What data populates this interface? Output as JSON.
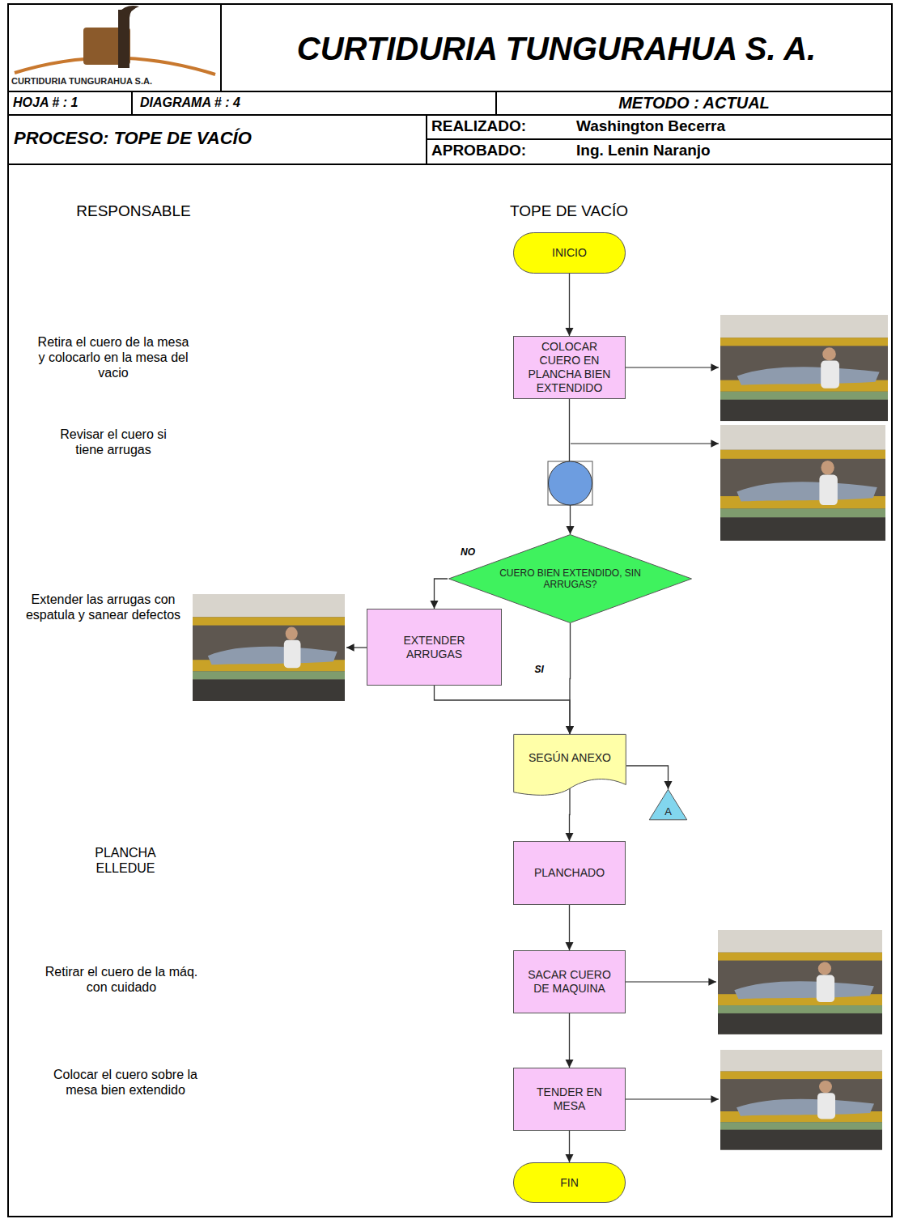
{
  "diagram": {
    "title": "CURTIDURIA TUNGURAHUA S. A.",
    "nodes": [
      {
        "text": [
          "INICIO"
        ]
      },
      {
        "text": [
          "COLOCAR CUERO EN PLANCHA BIEN EXTENDIDO"
        ]
      },
      {
        "text": [
          "CUERO BIEN EXTENDIDO, SIN ARRUGAS?"
        ]
      },
      {
        "text": [
          "EXTENDER ARRUGAS"
        ]
      },
      {
        "text": [
          "SEGÚN ANEXO"
        ]
      },
      {
        "text": [
          "A"
        ]
      },
      {
        "text": [
          "PLANCHADO"
        ]
      },
      {
        "text": [
          "SACAR CUERO DE MAQUINA"
        ]
      },
      {
        "text": [
          "TENDER EN MESA"
        ]
      },
      {
        "text": [
          "FIN"
        ]
      }
    ],
    "edges": [
      {
        "from": 0,
        "to": 1,
        "arrow": "to"
      },
      {
        "from": 1,
        "to": 2,
        "arrow": "to"
      },
      {
        "from": 2,
        "to": 3,
        "label": "NO",
        "arrow": "to"
      },
      {
        "from": 2,
        "to": 4,
        "label": "SI",
        "arrow": "to"
      },
      {
        "from": 3,
        "to": 4,
        "arrow": "to"
      },
      {
        "from": 4,
        "to": 5,
        "arrow": "to"
      },
      {
        "from": 4,
        "to": 6,
        "arrow": "to"
      },
      {
        "from": 6,
        "to": 7,
        "arrow": "to"
      },
      {
        "from": 7,
        "to": 8,
        "arrow": "to"
      },
      {
        "from": 8,
        "to": 9,
        "arrow": "to"
      }
    ],
    "labels": [
      "CURTIDURIA TUNGURAHUA S.A.",
      "HOJA # : 1",
      "DIAGRAMA # : 4",
      "METODO : ACTUAL",
      "PROCESO: TOPE DE VACÍO",
      "REALIZADO:",
      "Washington Becerra",
      "APROBADO:",
      "Ing. Lenin Naranjo",
      "RESPONSABLE",
      "TOPE DE VACÍO",
      "Retira el cuero de la mesa y colocarlo en la mesa del vacio",
      "Revisar el cuero si tiene arrugas",
      "Extender las arrugas con espatula y sanear defectos",
      "PLANCHA ELLEDUE",
      "Retirar el cuero de la máq. con cuidado",
      "Colocar el cuero sobre la mesa bien extendido"
    ]
  }
}
